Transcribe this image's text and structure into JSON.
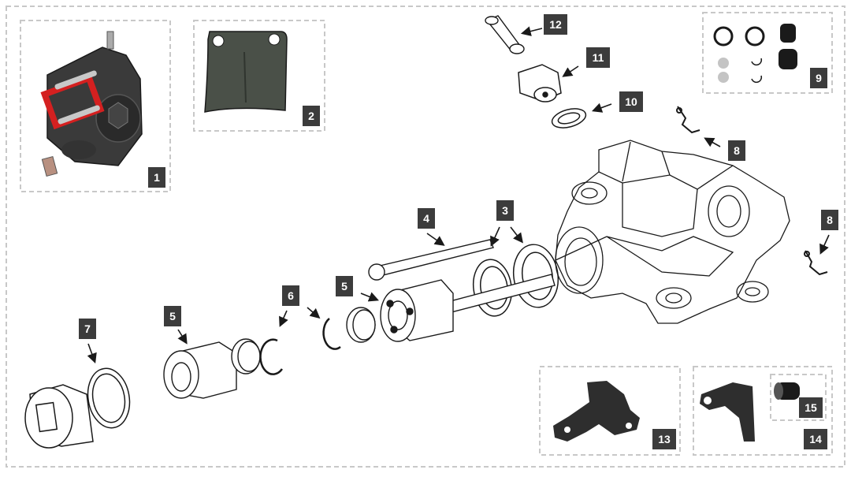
{
  "colors": {
    "frame": "#c8c8c8",
    "label_bg": "#3c3c3c",
    "label_text": "#ffffff",
    "outline": "#1a1a1a",
    "highlight": "#d42020",
    "dark_part": "#2e2e2e",
    "pad": "#4a5048"
  },
  "callouts": [
    {
      "id": "1",
      "text": "1"
    },
    {
      "id": "2",
      "text": "2"
    },
    {
      "id": "3",
      "text": "3"
    },
    {
      "id": "4",
      "text": "4"
    },
    {
      "id": "5a",
      "text": "5"
    },
    {
      "id": "5b",
      "text": "5"
    },
    {
      "id": "6",
      "text": "6"
    },
    {
      "id": "7",
      "text": "7"
    },
    {
      "id": "8a",
      "text": "8"
    },
    {
      "id": "8b",
      "text": "8"
    },
    {
      "id": "9",
      "text": "9"
    },
    {
      "id": "10",
      "text": "10"
    },
    {
      "id": "11",
      "text": "11"
    },
    {
      "id": "12",
      "text": "12"
    },
    {
      "id": "13",
      "text": "13"
    },
    {
      "id": "14",
      "text": "14"
    },
    {
      "id": "15",
      "text": "15"
    }
  ]
}
